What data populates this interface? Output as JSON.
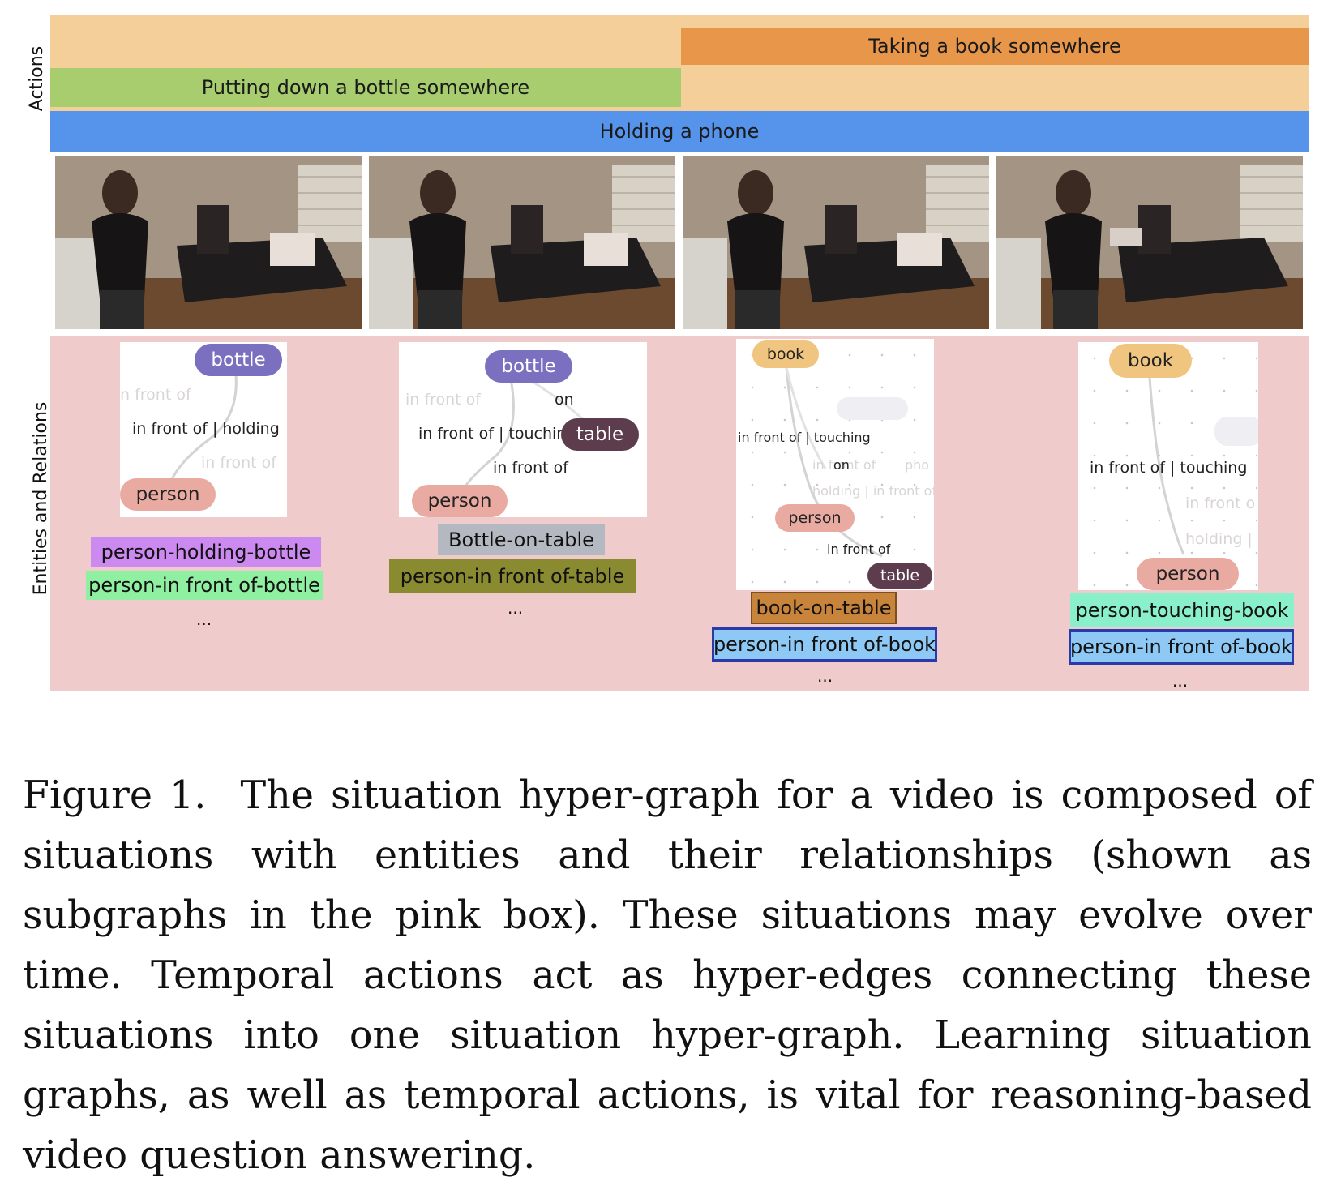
{
  "actions": {
    "label": "Actions",
    "bars": {
      "orange": "Taking a book somewhere",
      "green": "Putting down a bottle somewhere",
      "blue": "Holding a phone"
    },
    "colors": {
      "band": "#f5cf9a",
      "orange": "#e8974a",
      "green": "#a8cd6e",
      "blue": "#5694ec"
    }
  },
  "entities_label": "Entities and Relations",
  "graphs": [
    {
      "nodes": {
        "top": "bottle",
        "bottom": "person"
      },
      "edges": {
        "main": "in front of | holding",
        "faint_top": "n front of",
        "faint_mid": "in front of"
      },
      "tags": [
        "person-holding-bottle",
        "person-in front of-bottle"
      ],
      "more": "..."
    },
    {
      "nodes": {
        "top": "bottle",
        "right": "table",
        "bottom": "person"
      },
      "edges": {
        "on": "on",
        "main": "in front of | touchin",
        "front": "in front of",
        "faint": "in front of"
      },
      "tags": [
        "Bottle-on-table",
        "person-in front of-table"
      ],
      "more": "..."
    },
    {
      "nodes": {
        "top": "book",
        "middle": "person",
        "bottom": "table"
      },
      "edges": {
        "main": "in front of | touching",
        "on": "on",
        "front": "in front of",
        "faint_a": "in front of",
        "faint_b": "holding | in front of",
        "faint_c": "pho"
      },
      "tags": [
        "book-on-table",
        "person-in front of-book"
      ],
      "more": "..."
    },
    {
      "nodes": {
        "top": "book",
        "bottom": "person"
      },
      "edges": {
        "main": "in front of | touching",
        "faint_a": "in front o",
        "faint_b": "holding |"
      },
      "tags": [
        "person-touching-book",
        "person-in front of-book"
      ],
      "more": "..."
    }
  ],
  "tag_colors": {
    "purple": "#cc8af0",
    "green": "#8ef0a0",
    "gray": "#b4b8c0",
    "olive": "#8a8a30",
    "brown": "#c8843a",
    "blue": "#8ec8f4",
    "mint": "#8af0cc"
  },
  "caption": {
    "label": "Figure 1.",
    "text": "The situation hyper-graph for a video is composed of situations with entities and their relationships (shown as subgraphs in the pink box). These situations may evolve over time. Temporal actions act as hyper-edges connecting these situations into one situation hyper-graph. Learning situation graphs, as well as temporal actions, is vital for reasoning-based video question answering."
  }
}
